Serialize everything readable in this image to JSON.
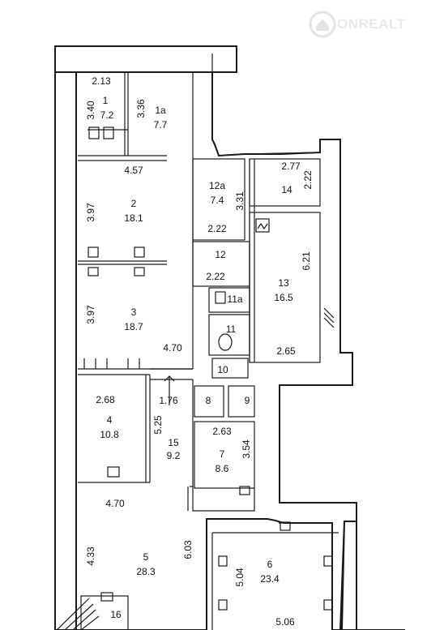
{
  "logo": {
    "text": "ONREALT",
    "icon": "house-icon"
  },
  "rooms": {
    "r1": {
      "num": "1",
      "area": "7.2"
    },
    "r1a": {
      "num": "1a",
      "area": "7.7"
    },
    "r2": {
      "num": "2",
      "area": "18.1"
    },
    "r3": {
      "num": "3",
      "area": "18.7"
    },
    "r4": {
      "num": "4",
      "area": "10.8"
    },
    "r5": {
      "num": "5",
      "area": "28.3"
    },
    "r6": {
      "num": "6",
      "area": "23.4"
    },
    "r7": {
      "num": "7",
      "area": "8.6"
    },
    "r8": {
      "num": "8"
    },
    "r9": {
      "num": "9"
    },
    "r10": {
      "num": "10"
    },
    "r11": {
      "num": "11"
    },
    "r11a": {
      "num": "11a"
    },
    "r12": {
      "num": "12"
    },
    "r12a": {
      "num": "12a",
      "area": "7.4"
    },
    "r13": {
      "num": "13",
      "area": "16.5"
    },
    "r14": {
      "num": "14"
    },
    "r15": {
      "num": "15",
      "area": "9.2"
    },
    "r16": {
      "num": "16"
    }
  },
  "dimensions": {
    "d213": "2.13",
    "d340": "3.40",
    "d336": "3.36",
    "d457": "4.57",
    "d397a": "3.97",
    "d397b": "3.97",
    "d470a": "4.70",
    "d268": "2.68",
    "d525": "5.25",
    "d176": "1.76",
    "d470b": "4.70",
    "d433": "4.33",
    "d603": "6.03",
    "d504": "5.04",
    "d506": "5.06",
    "d222a": "2.22",
    "d331": "3.31",
    "d222b": "2.22",
    "d277": "2.77",
    "d222c": "2.22",
    "d621": "6.21",
    "d265": "2.65",
    "d263": "2.63",
    "d354": "3.54"
  }
}
